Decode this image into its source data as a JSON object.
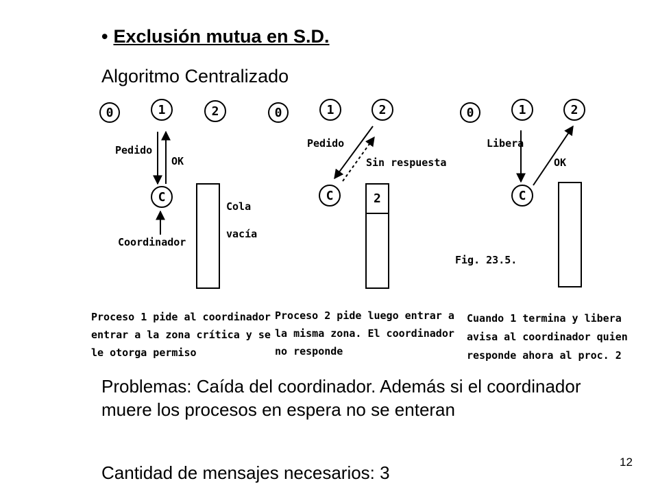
{
  "slide": {
    "bullet": "•",
    "title": "Exclusión mutua en S.D.",
    "subtitle": "Algoritmo Centralizado",
    "problems": "Problemas: Caída del coordinador. Además si el coordinador muere los procesos en espera no se enteran",
    "messages": "Cantidad de mensajes necesarios: 3",
    "page_number": "12"
  },
  "diagram": {
    "panel1": {
      "nodes": [
        "0",
        "1",
        "2"
      ],
      "coordinator": "C",
      "request_label": "Pedido",
      "ok_label": "OK",
      "coordinator_label": "Coordinador",
      "queue_label_1": "Cola",
      "queue_label_2": "vacía",
      "caption": [
        "Proceso 1 pide al coordinador",
        "entrar a la zona crítica y se",
        "le otorga permiso"
      ]
    },
    "panel2": {
      "nodes": [
        "0",
        "1",
        "2"
      ],
      "coordinator": "C",
      "request_label": "Pedido",
      "no_reply_label": "Sin respuesta",
      "queue_item": "2",
      "caption": [
        "Proceso 2 pide luego entrar a",
        "la misma zona. El coordinador",
        "no responde"
      ]
    },
    "panel3": {
      "nodes": [
        "0",
        "1",
        "2"
      ],
      "coordinator": "C",
      "release_label": "Libera",
      "ok_label": "OK",
      "figure_label": "Fig. 23.5.",
      "caption": [
        "Cuando 1 termina y libera",
        "avisa al coordinador quien",
        "responde ahora al proc. 2"
      ]
    }
  }
}
